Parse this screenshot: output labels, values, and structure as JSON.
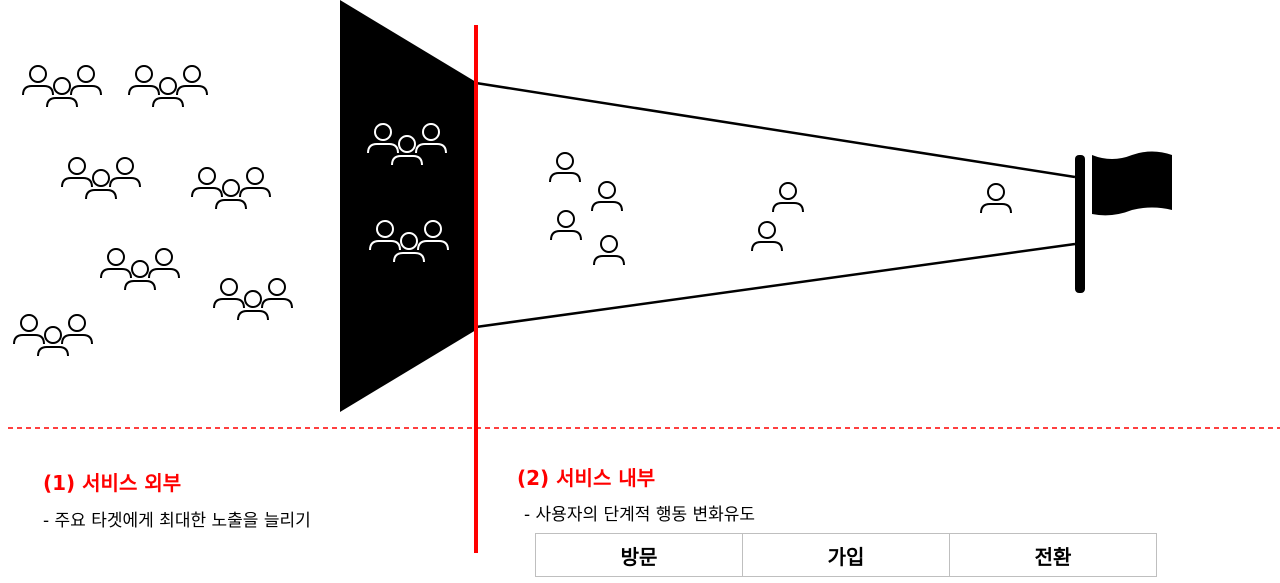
{
  "outside": {
    "title": "(1) 서비스 외부",
    "description": "- 주요 타겟에게 최대한 노출을 늘리기",
    "icon": "group-icon"
  },
  "inside": {
    "title": "(2) 서비스 내부",
    "description": "- 사용자의 단계적 행동 변화유도",
    "icon": "person-icon"
  },
  "stages": [
    "방문",
    "가입",
    "전환"
  ],
  "goal_icon": "flag-icon",
  "colors": {
    "accent": "#ff0000",
    "line": "#000000",
    "table_border": "#bfbfbf"
  }
}
